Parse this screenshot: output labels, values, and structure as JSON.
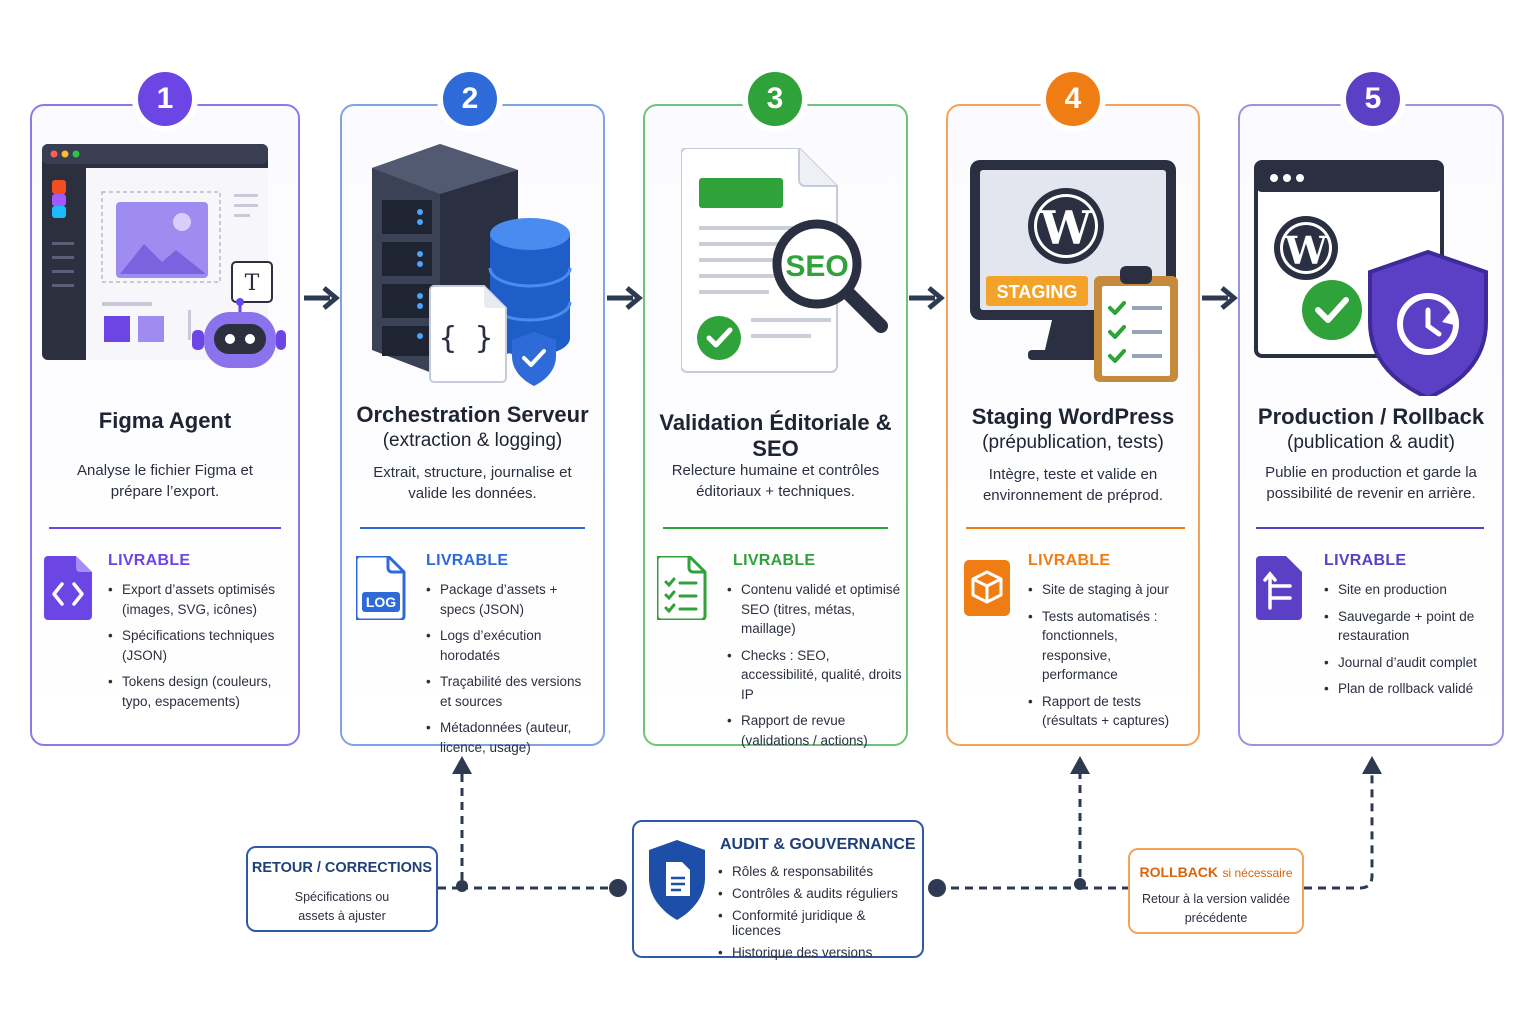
{
  "steps": [
    {
      "number": "1",
      "title": "Figma Agent",
      "subtitle": "",
      "desc": "Analyse le fichier Figma et prépare l’export.",
      "deliverable_title": "LIVRABLE",
      "items": [
        "Export d’assets optimisés (images, SVG, icônes)",
        "Spécifications techniques (JSON)",
        "Tokens design (couleurs, typo, espacements)"
      ],
      "color": "#6b46e5"
    },
    {
      "number": "2",
      "title": "Orchestration Serveur",
      "subtitle": "(extraction & logging)",
      "desc": "Extrait, structure, journalise et valide les données.",
      "deliverable_title": "LIVRABLE",
      "items": [
        "Package d’assets + specs (JSON)",
        "Logs d’exécution horodatés",
        "Traçabilité des versions et sources",
        "Métadonnées (auteur, licence, usage)"
      ],
      "color": "#2f6bd8"
    },
    {
      "number": "3",
      "title": "Validation Éditoriale & SEO",
      "subtitle": "",
      "desc": "Relecture humaine et contrôles éditoriaux + techniques.",
      "deliverable_title": "LIVRABLE",
      "items": [
        "Contenu validé et optimisé SEO (titres, métas, maillage)",
        "Checks : SEO, accessibilité, qualité, droits IP",
        "Rapport de revue (validations / actions)"
      ],
      "color": "#2fa23a"
    },
    {
      "number": "4",
      "title": "Staging WordPress",
      "subtitle": "(prépublication, tests)",
      "desc": "Intègre, teste et valide en environnement de préprod.",
      "deliverable_title": "LIVRABLE",
      "items": [
        "Site de staging à jour",
        "Tests automatisés : fonctionnels, responsive, performance",
        "Rapport de tests (résultats + captures)"
      ],
      "color": "#f07c14"
    },
    {
      "number": "5",
      "title": "Production / Rollback",
      "subtitle": "(publication & audit)",
      "desc": "Publie en production et garde la possibilité de revenir en arrière.",
      "deliverable_title": "LIVRABLE",
      "items": [
        "Site en production",
        "Sauvegarde + point de restauration",
        "Journal d’audit complet",
        "Plan de rollback validé"
      ],
      "color": "#5b3fc4"
    }
  ],
  "illustrations": {
    "seo": "SEO",
    "staging": "STAGING",
    "log": "LOG",
    "code": "{ }",
    "text_tool": "T"
  },
  "retour": {
    "title": "RETOUR / CORRECTIONS",
    "desc": "Spécifications ou assets à ajuster"
  },
  "audit": {
    "title": "AUDIT & GOUVERNANCE",
    "items": [
      "Rôles & responsabilités",
      "Contrôles & audits réguliers",
      "Conformité juridique & licences",
      "Historique des versions"
    ]
  },
  "rollback": {
    "title": "ROLLBACK",
    "title_suffix": "si nécessaire",
    "desc": "Retour à la version validée précédente"
  },
  "colors": {
    "navy": "#1e3f7a",
    "arrow": "#2d3a52"
  }
}
